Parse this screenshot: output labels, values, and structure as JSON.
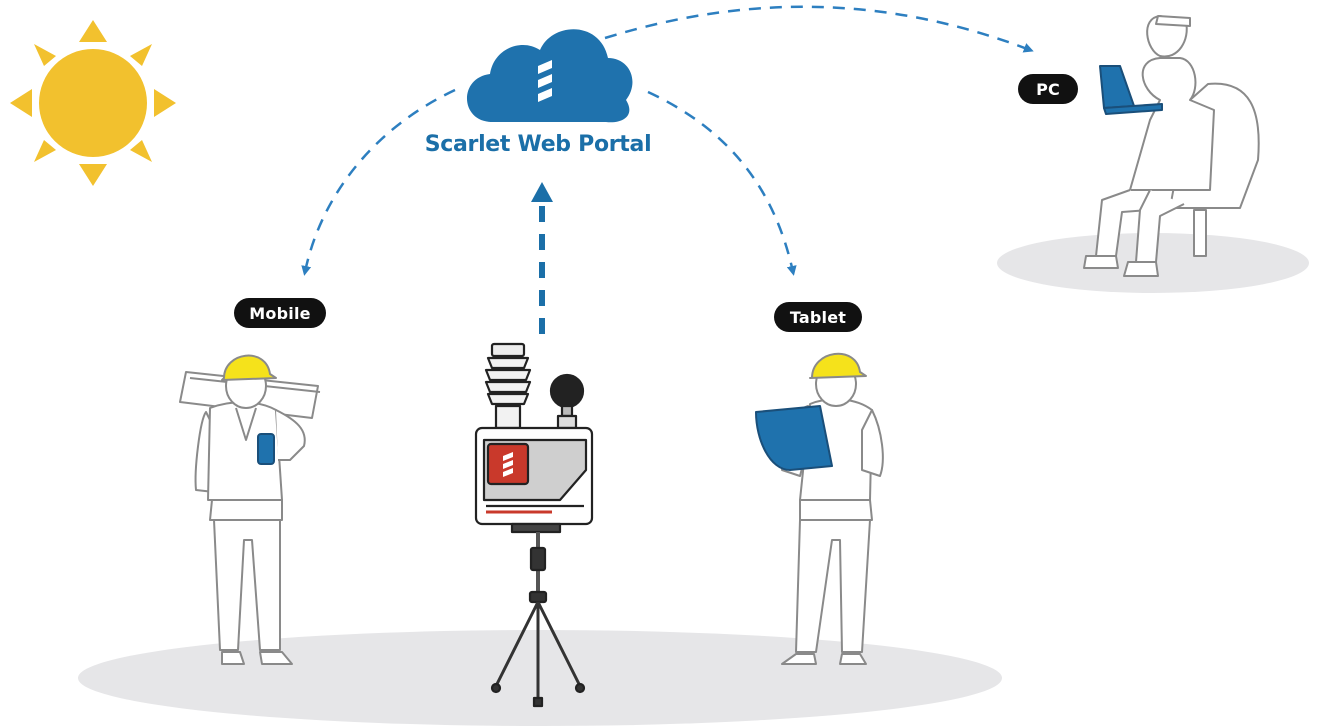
{
  "portal": {
    "label": "Scarlet  Web Portal"
  },
  "devices": {
    "mobile": "Mobile",
    "tablet": "Tablet",
    "pc": "PC"
  },
  "colors": {
    "accent": "#1b6fa8",
    "sun": "#f2c12e",
    "helmet": "#f5e21b",
    "ground": "#e6e6e8",
    "outline": "#8a8a8a",
    "device_red": "#c9392b"
  },
  "icons": [
    "sun-icon",
    "cloud-icon",
    "scarlet-logo-icon",
    "weather-station-icon",
    "worker-mobile-icon",
    "worker-tablet-icon",
    "person-pc-icon"
  ]
}
